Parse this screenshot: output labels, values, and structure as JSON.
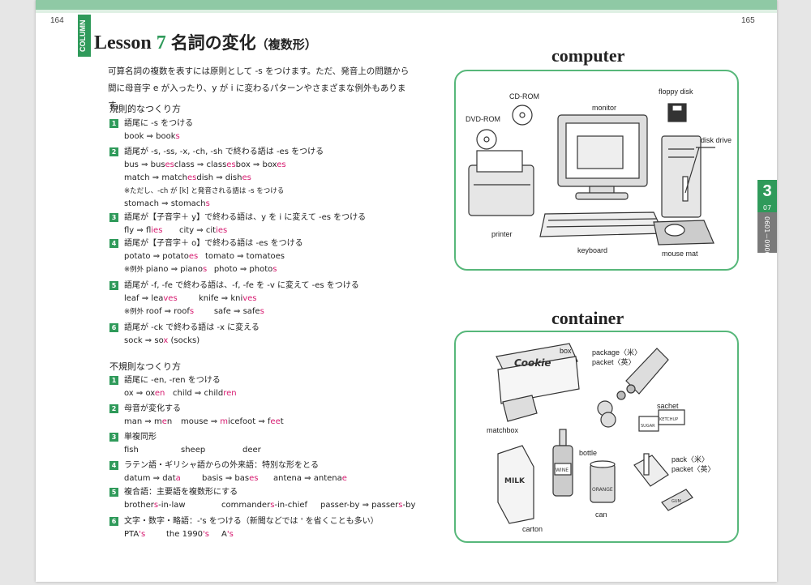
{
  "page_numbers": {
    "left": "164",
    "right": "165"
  },
  "column_label": "COLUMN",
  "title": {
    "lesson": "Lesson",
    "number": "7",
    "main": "名詞の変化",
    "sub": "（複数形）"
  },
  "intro": [
    "可算名詞の複数を表すには原則として -s をつけます。ただ、発音上の問題から",
    "間に母音字 e が入ったり、y が i に変わるパターンやさまざまな例外もあります。"
  ],
  "regular": {
    "heading": "規則的なつくり方",
    "items": [
      {
        "n": "1",
        "rule": "語尾に -s をつける",
        "lines": [
          [
            [
              "book ⇒ book",
              "s"
            ]
          ]
        ]
      },
      {
        "n": "2",
        "rule": "語尾が -s, -ss, -x, -ch, -sh で終わる語は -es をつける",
        "lines": [
          [
            [
              "bus ⇒ bus",
              "es"
            ],
            [
              "class ⇒ class",
              "es"
            ],
            [
              "box ⇒ box",
              "es"
            ]
          ],
          [
            [
              "match ⇒ match",
              "es"
            ],
            [
              "dish ⇒ dish",
              "es"
            ]
          ]
        ],
        "note": "※ただし、-ch が [k] と発音される語は -s をつける",
        "after": [
          [
            [
              "stomach ⇒ stomach",
              "s"
            ]
          ]
        ]
      },
      {
        "n": "3",
        "rule": "語尾が【子音字＋ y】で終わる語は、y を i に変えて -es をつける",
        "lines": [
          [
            [
              "fly ⇒ fl",
              "ies"
            ],
            [
              "city ⇒ cit",
              "ies"
            ]
          ]
        ]
      },
      {
        "n": "4",
        "rule": "語尾が【子音字＋ o】で終わる語は -es をつける",
        "lines": [
          [
            [
              "potato ⇒ potato",
              "es"
            ],
            [
              "tomato ⇒ tomatoes",
              ""
            ]
          ]
        ],
        "exc_prefix": "※例外",
        "exc": [
          [
            "piano ⇒ piano",
            "s"
          ],
          [
            "photo ⇒ photo",
            "s"
          ]
        ]
      },
      {
        "n": "5",
        "rule": "語尾が -f, -fe で終わる語は、-f, -fe を -v に変えて -es をつける",
        "lines": [
          [
            [
              "leaf ⇒ lea",
              "ves"
            ],
            [
              "knife ⇒ kni",
              "ves"
            ]
          ]
        ],
        "exc_prefix": "※例外",
        "exc": [
          [
            "roof ⇒ roof",
            "s"
          ],
          [
            "safe ⇒ safe",
            "s"
          ]
        ]
      },
      {
        "n": "6",
        "rule": "語尾が -ck で終わる語は -x に変える",
        "lines": [
          [
            [
              "sock ⇒ so",
              "x",
              " (socks)"
            ]
          ]
        ]
      }
    ]
  },
  "irregular": {
    "heading": "不規則なつくり方",
    "items": [
      {
        "n": "1",
        "rule": "語尾に -en, -ren をつける",
        "lines": [
          [
            [
              "ox ⇒ ox",
              "en"
            ],
            [
              "child ⇒ child",
              "ren"
            ]
          ]
        ]
      },
      {
        "n": "2",
        "rule": "母音が変化する",
        "lines": [
          [
            [
              "man ⇒ m",
              "e",
              "n"
            ],
            [
              "mouse ⇒ ",
              "m",
              "ice"
            ],
            [
              "foot ⇒ f",
              "ee",
              "t"
            ]
          ]
        ]
      },
      {
        "n": "3",
        "rule": "単複同形",
        "lines": [
          [
            [
              "fish",
              ""
            ],
            [
              "sheep",
              ""
            ],
            [
              "deer",
              ""
            ]
          ]
        ]
      },
      {
        "n": "4",
        "rule": "ラテン語・ギリシャ語からの外来語：特別な形をとる",
        "lines": [
          [
            [
              "datum ⇒ dat",
              "a"
            ],
            [
              "basis ⇒ bas",
              "es"
            ],
            [
              "antena ⇒ antena",
              "e"
            ]
          ]
        ]
      },
      {
        "n": "5",
        "rule": "複合語：主要語を複数形にする",
        "lines": [
          [
            [
              "brother",
              "s",
              "-in-law"
            ],
            [
              "commander",
              "s",
              "-in-chief"
            ],
            [
              "passer-by ⇒ passer",
              "s",
              "-by"
            ]
          ]
        ]
      },
      {
        "n": "6",
        "rule": "文字・数字・略語：-'s をつける（新聞などでは ' を省くことも多い）",
        "lines": [
          [
            [
              "PTA",
              "'s"
            ],
            [
              "the 1990",
              "'s"
            ],
            [
              "A",
              "'s"
            ]
          ]
        ]
      }
    ]
  },
  "side_tab": {
    "chapter": "3",
    "sub": "07",
    "range": "0601－0900"
  },
  "computer": {
    "heading": "computer",
    "labels": {
      "cdrom": "CD-ROM",
      "dvdrom": "DVD-ROM",
      "monitor": "monitor",
      "floppy": "floppy disk",
      "diskdrive": "disk drive",
      "printer": "printer",
      "keyboard": "keyboard",
      "mousemat": "mouse mat"
    }
  },
  "container": {
    "heading": "container",
    "labels": {
      "box": "box",
      "package": "package〈米〉",
      "packet": "packet〈英〉",
      "sachet": "sachet",
      "matchbox": "matchbox",
      "bottle": "bottle",
      "pack": "pack〈米〉",
      "packet2": "packet〈英〉",
      "can": "can",
      "carton": "carton"
    },
    "printed": {
      "cookie": "Cookie",
      "sugar": "SUGAR",
      "ketchup": "KETCHUP",
      "milk": "MILK",
      "wine": "WINE",
      "orange": "ORANGE",
      "gum": "GUM"
    }
  }
}
